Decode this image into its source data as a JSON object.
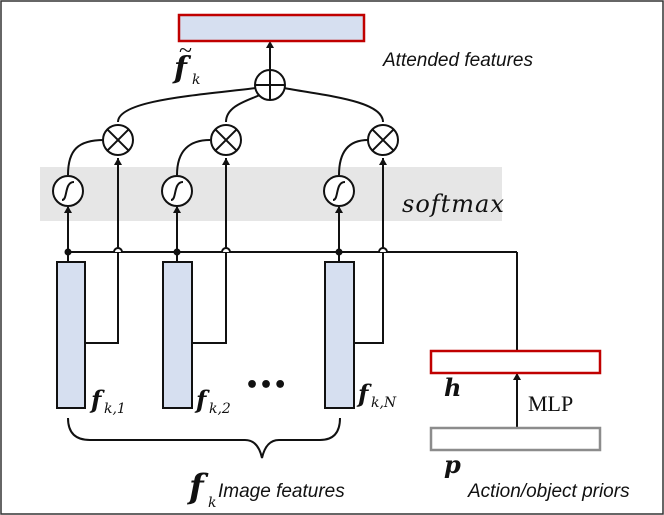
{
  "labels": {
    "attended": "Attended features",
    "image": "Image features",
    "priors": "Action/object priors",
    "softmax": "softmax",
    "mlp": "MLP",
    "dots": "•••"
  },
  "symbols": {
    "f_tilde_main": "f",
    "f_tilde_tilde": "~",
    "f_tilde_sub": "k",
    "f_main": "f",
    "f_sub": "k",
    "f1_main": "f",
    "f1_sub": "k,1",
    "f2_main": "f",
    "f2_sub": "k,2",
    "fN_main": "f",
    "fN_sub": "k,N",
    "h": "h",
    "p": "p"
  },
  "colors": {
    "feature_fill": "#d6dff0",
    "red_border": "#c00000",
    "softmax_band": "#e6e6e6",
    "gray_border": "#8c8c8c"
  }
}
